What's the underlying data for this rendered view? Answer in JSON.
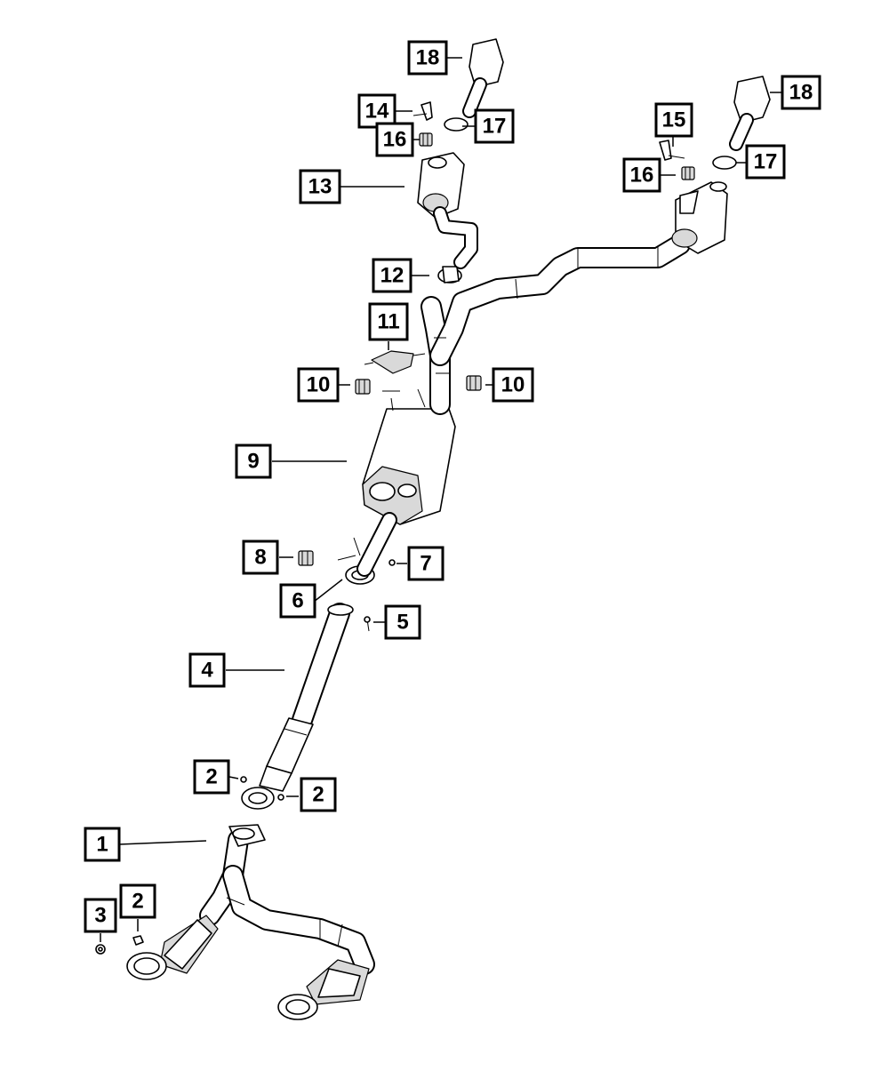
{
  "diagram": {
    "callouts": [
      {
        "id": "c1",
        "label": "1"
      },
      {
        "id": "c2a",
        "label": "2"
      },
      {
        "id": "c2b",
        "label": "2"
      },
      {
        "id": "c2c",
        "label": "2"
      },
      {
        "id": "c3",
        "label": "3"
      },
      {
        "id": "c4",
        "label": "4"
      },
      {
        "id": "c5",
        "label": "5"
      },
      {
        "id": "c6",
        "label": "6"
      },
      {
        "id": "c7",
        "label": "7"
      },
      {
        "id": "c8",
        "label": "8"
      },
      {
        "id": "c9",
        "label": "9"
      },
      {
        "id": "c10a",
        "label": "10"
      },
      {
        "id": "c10b",
        "label": "10"
      },
      {
        "id": "c11",
        "label": "11"
      },
      {
        "id": "c12",
        "label": "12"
      },
      {
        "id": "c13",
        "label": "13"
      },
      {
        "id": "c14",
        "label": "14"
      },
      {
        "id": "c15",
        "label": "15"
      },
      {
        "id": "c16a",
        "label": "16"
      },
      {
        "id": "c16b",
        "label": "16"
      },
      {
        "id": "c17a",
        "label": "17"
      },
      {
        "id": "c17b",
        "label": "17"
      },
      {
        "id": "c18a",
        "label": "18"
      },
      {
        "id": "c18b",
        "label": "18"
      }
    ]
  }
}
